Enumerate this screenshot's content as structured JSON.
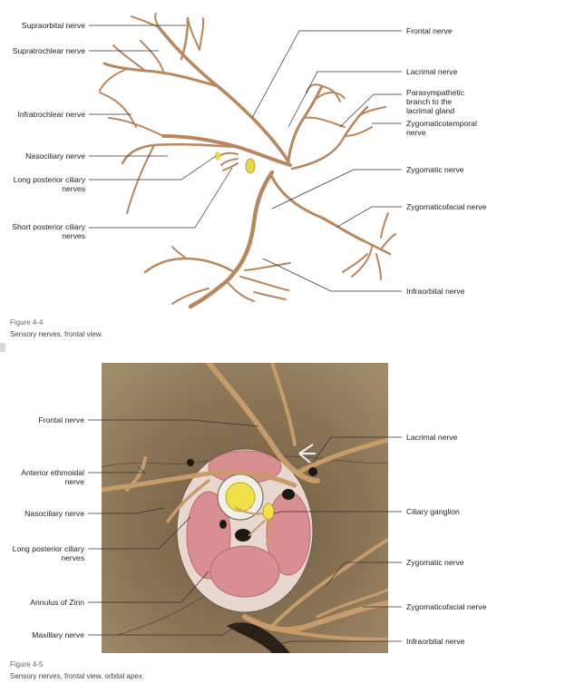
{
  "figure_top": {
    "labels_left": {
      "supraorbital": "Supraorbital nerve",
      "supratrochlear": "Supratrochlear nerve",
      "infratrochlear": "Infratrochlear nerve",
      "nasociliary": "Nasociliary nerve",
      "long_ciliary_1": "Long posterior ciliary",
      "long_ciliary_2": "nerves",
      "short_ciliary_1": "Short posterior ciliary",
      "short_ciliary_2": "nerves"
    },
    "labels_right": {
      "frontal": "Frontal nerve",
      "lacrimal": "Lacrimal nerve",
      "parasym_1": "Parasympathetic",
      "parasym_2": "branch to the",
      "parasym_3": "lacrimal gland",
      "zygtemp_1": "Zygomaticotemporal",
      "zygtemp_2": "nerve",
      "zygomatic": "Zygomatic nerve",
      "zygfacial": "Zygomaticofacial nerve",
      "infraorbital": "Infraorbital nerve"
    },
    "caption_number": "Figure 4-4",
    "caption_text": "Sensory nerves, frontal view."
  },
  "figure_bottom": {
    "labels_left": {
      "frontal": "Frontal nerve",
      "ant_ethmoid_1": "Anterior ethmoidal",
      "ant_ethmoid_2": "nerve",
      "nasociliary": "Nasociliary nerve",
      "long_ciliary_1": "Long posterior ciliary",
      "long_ciliary_2": "nerves",
      "annulus": "Annulus of Zinn",
      "maxillary": "Maxillary nerve"
    },
    "labels_right": {
      "lacrimal": "Lacrimal nerve",
      "ciliary_ganglion": "Ciliary ganglion",
      "zygomatic": "Zygomatic nerve",
      "zygfacial": "Zygomaticofacial nerve",
      "infraorbital": "Infraorbital nerve"
    },
    "caption_number": "Figure 4-5",
    "caption_text": "Sensory nerves, frontal view, orbital apex."
  },
  "colors": {
    "nerve": "#b9875e",
    "nerve_dark": "#8a5a36",
    "bone": "#8a7355",
    "muscle": "#d98f92",
    "ganglion": "#e6d84a",
    "leader": "#333333"
  }
}
